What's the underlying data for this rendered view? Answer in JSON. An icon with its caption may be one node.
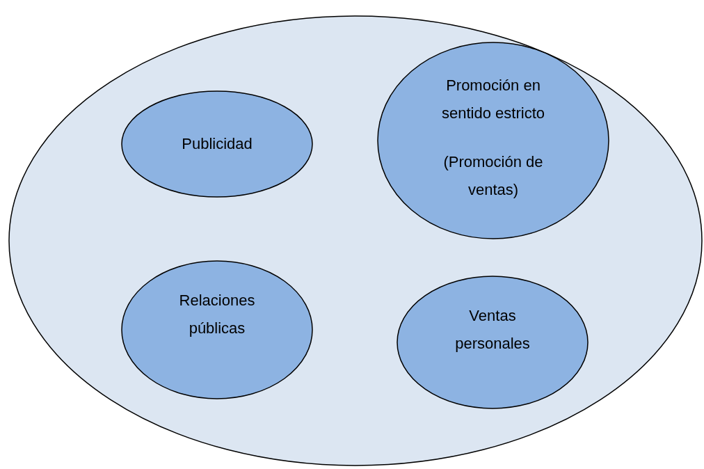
{
  "diagram": {
    "nodes": [
      {
        "text": [],
        "shape": "circle"
      },
      {
        "text": [
          "Publicidad"
        ],
        "in": 0
      },
      {
        "text": [
          "Promoción en sentido estricto",
          "(Promoción de ventas)"
        ],
        "in": 0
      },
      {
        "text": [
          "Relaciones públicas"
        ],
        "in": 0
      },
      {
        "text": [
          "Ventas personales"
        ],
        "in": 0
      }
    ]
  }
}
